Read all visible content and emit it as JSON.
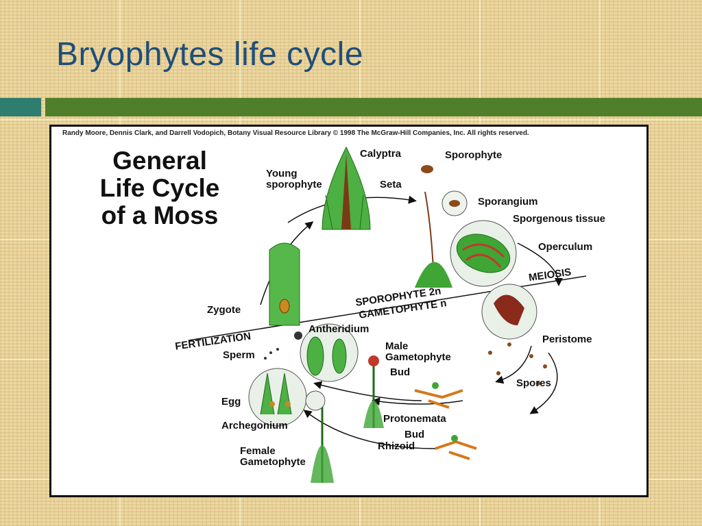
{
  "slide": {
    "title": "Bryophytes life cycle"
  },
  "figure": {
    "credit": "Randy Moore, Dennis Clark, and Darrell Vodopich, Botany Visual Resource Library © 1998 The McGraw-Hill Companies, Inc. All rights reserved.",
    "heading_lines": [
      "General",
      "Life Cycle",
      "of a Moss"
    ],
    "labels": {
      "calyptra": "Calyptra",
      "sporophyte": "Sporophyte",
      "young_sporophyte_1": "Young",
      "young_sporophyte_2": "sporophyte",
      "seta": "Seta",
      "sporangium": "Sporangium",
      "sporgenous_tissue": "Sporgenous tissue",
      "operculum": "Operculum",
      "meiosis": "MEIOSIS",
      "sporophyte_2n": "SPOROPHYTE 2n",
      "gametophyte_n": "GAMETOPHYTE n",
      "zygote": "Zygote",
      "fertilization": "FERTILIZATION",
      "antheridium": "Antheridium",
      "peristome": "Peristome",
      "sperm": "Sperm",
      "male_gametophyte_1": "Male",
      "male_gametophyte_2": "Gametophyte",
      "bud_upper": "Bud",
      "spores": "Spores",
      "egg": "Egg",
      "archegonium": "Archegonium",
      "protonemata": "Protonemata",
      "bud_lower": "Bud",
      "rhizoid": "Rhizoid",
      "female_gametophyte_1": "Female",
      "female_gametophyte_2": "Gametophyte"
    }
  },
  "colors": {
    "title": "#1f4e79",
    "plant_green": "#3fa535",
    "dark_green": "#1f6b1a",
    "brown": "#7a3b14"
  }
}
